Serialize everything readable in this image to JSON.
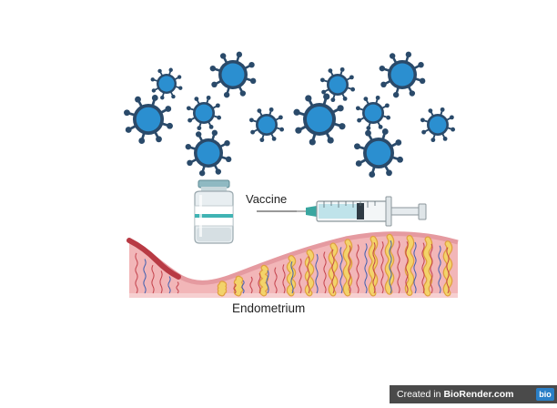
{
  "labels": {
    "vaccine": "Vaccine",
    "endometrium": "Endometrium"
  },
  "watermark": {
    "prefix": "Created in",
    "brand": "BioRender.com",
    "logo": "bio"
  },
  "icons": {
    "virus": "virus-icon",
    "vial": "vaccine-vial-icon",
    "syringe": "syringe-icon"
  },
  "colors": {
    "virus_fill": "#2b8fd0",
    "virus_ring": "#2a4a6a",
    "tissue_fill": "#f2b6b8",
    "tissue_edge": "#c2484e",
    "gland_yellow": "#f3d36a",
    "vessel_red": "#c3404a",
    "vessel_blue": "#3f5fb0",
    "syringe_liquid": "#bfe3ea"
  }
}
